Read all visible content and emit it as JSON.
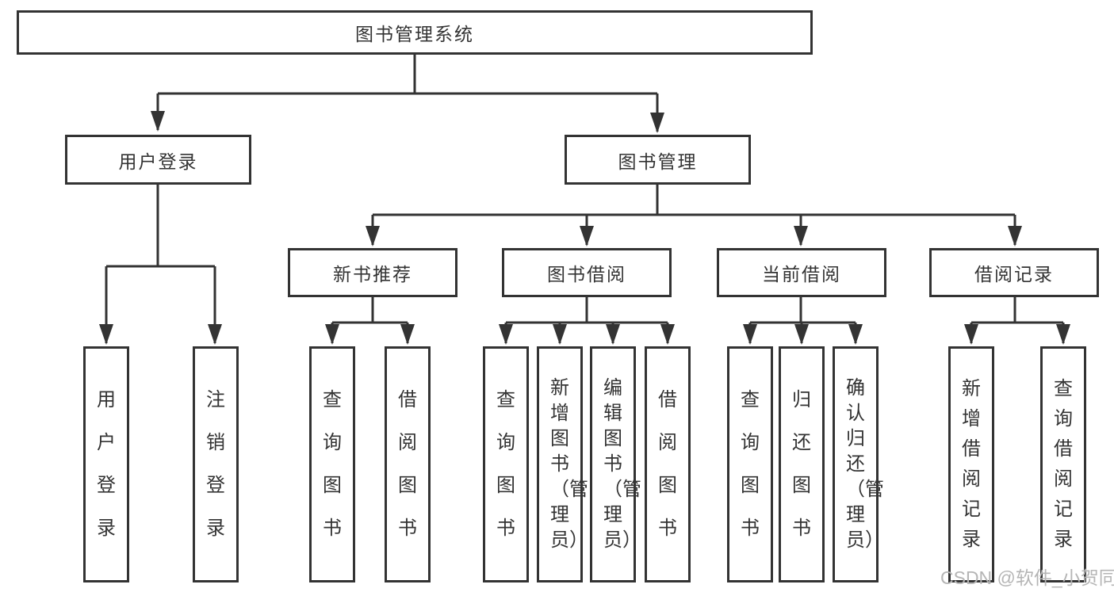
{
  "diagram": {
    "title": "图书管理系统",
    "nodes": {
      "root": "图书管理系统",
      "user_login": "用户登录",
      "book_mgmt": "图书管理",
      "new_book": "新书推荐",
      "book_borrow": "图书借阅",
      "current_borrow": "当前借阅",
      "borrow_record": "借阅记录",
      "leaf_user_login": "用户登录",
      "leaf_logout": "注销登录",
      "leaf_nb_query": "查询图书",
      "leaf_nb_borrow": "借阅图书",
      "leaf_bb_query": "查询图书",
      "leaf_bb_add": "新增图书（管理员）",
      "leaf_bb_edit": "编辑图书（管理员）",
      "leaf_bb_borrow": "借阅图书",
      "leaf_cb_query": "查询图书",
      "leaf_cb_return": "归还图书",
      "leaf_cb_confirm": "确认归还（管理员）",
      "leaf_br_add": "新增借阅记录",
      "leaf_br_query": "查询借阅记录"
    },
    "colors": {
      "line": "#333333",
      "box_background": "#ffffff",
      "text": "#333333",
      "watermark": "#b5b5b5"
    }
  },
  "watermark": {
    "text": "CSDN @软件_小贺同学"
  }
}
